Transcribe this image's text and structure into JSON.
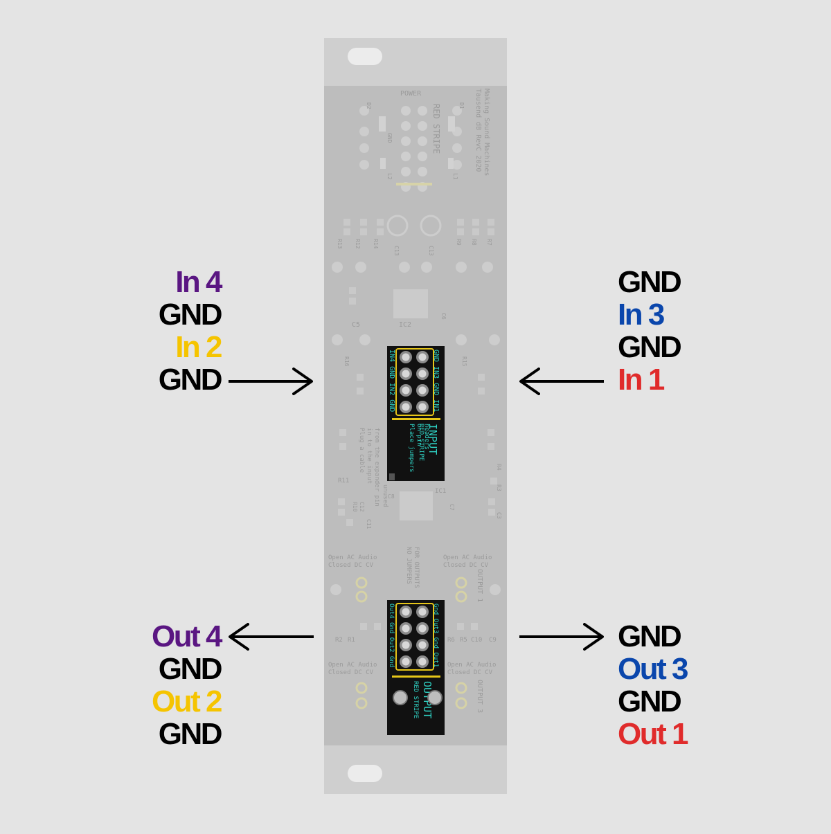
{
  "colors": {
    "background": "#e4e4e4",
    "panel": "#cfcfcf",
    "board": "#bdbdbd",
    "header_board": "#111111",
    "silkscreen": "#2fd3c5",
    "stripe": "#e6c619",
    "purple": "#5a1682",
    "black": "#000000",
    "yellow": "#f5c400",
    "blue": "#0a46ac",
    "red": "#e02b2b"
  },
  "labels": {
    "in_left": [
      {
        "text": "In 4",
        "color": "purple"
      },
      {
        "text": "GND",
        "color": "black"
      },
      {
        "text": "In 2",
        "color": "yellow"
      },
      {
        "text": "GND",
        "color": "black"
      }
    ],
    "in_right": [
      {
        "text": "GND",
        "color": "black"
      },
      {
        "text": "In 3",
        "color": "blue"
      },
      {
        "text": "GND",
        "color": "black"
      },
      {
        "text": "In 1",
        "color": "red"
      }
    ],
    "out_left": [
      {
        "text": "Out 4",
        "color": "purple"
      },
      {
        "text": "GND",
        "color": "black"
      },
      {
        "text": "Out 2",
        "color": "yellow"
      },
      {
        "text": "GND",
        "color": "black"
      }
    ],
    "out_right": [
      {
        "text": "GND",
        "color": "black"
      },
      {
        "text": "Out 3",
        "color": "blue"
      },
      {
        "text": "GND",
        "color": "black"
      },
      {
        "text": "Out 1",
        "color": "red"
      }
    ]
  },
  "input_header": {
    "pins_top": "GND IN3 GND IN1",
    "pins_bottom": "IN4 GND IN2 GND",
    "title": "INPUT",
    "stripe": "RED STRIPE",
    "note": [
      "Place jumpers",
      "on pin",
      "headers"
    ]
  },
  "output_header": {
    "pins_top": "Gnd Out3 Gnd Out1",
    "pins_bottom": "Out4 Gnd Out2 Gnd",
    "title": "OUTPUT",
    "stripe": "RED STRIPE"
  },
  "board_text": {
    "credit": [
      "Making Sound Machines",
      "Tausend dB RevC 2020"
    ],
    "power": "POWER",
    "power_stripe": "RED STRIPE",
    "gnd": "GND",
    "no_jumpers": [
      "NO JUMPERS",
      "FOR OUTPUTS"
    ],
    "ac_dc": [
      "Open AC Audio",
      "Closed DC CV"
    ],
    "output_1": "OUTPUT 1",
    "output_3": "OUTPUT 3",
    "plug_note": [
      "Plug a cable",
      "in to the input",
      "from the expander pin"
    ],
    "unused": "unused",
    "refs": {
      "d2": "D2",
      "d1": "D1",
      "l2": "L2",
      "l1": "L1",
      "r13": "R13",
      "r12": "R12",
      "r14": "R14",
      "c13a": "C13",
      "c13b": "C13",
      "r9": "R9",
      "r8": "R8",
      "r7": "R7",
      "c5": "C5",
      "ic2": "IC2",
      "c6": "C6",
      "r16": "R16",
      "r15": "R15",
      "r11": "R11",
      "r10": "R10",
      "c12": "C12",
      "c11": "C11",
      "ic1": "IC1",
      "c8": "C8",
      "c7": "C7",
      "r4": "R4",
      "r3": "R3",
      "c3": "C3",
      "r2": "R2",
      "r1": "R1",
      "r6": "R6",
      "r5": "R5",
      "c10": "C10",
      "c9": "C9"
    }
  }
}
